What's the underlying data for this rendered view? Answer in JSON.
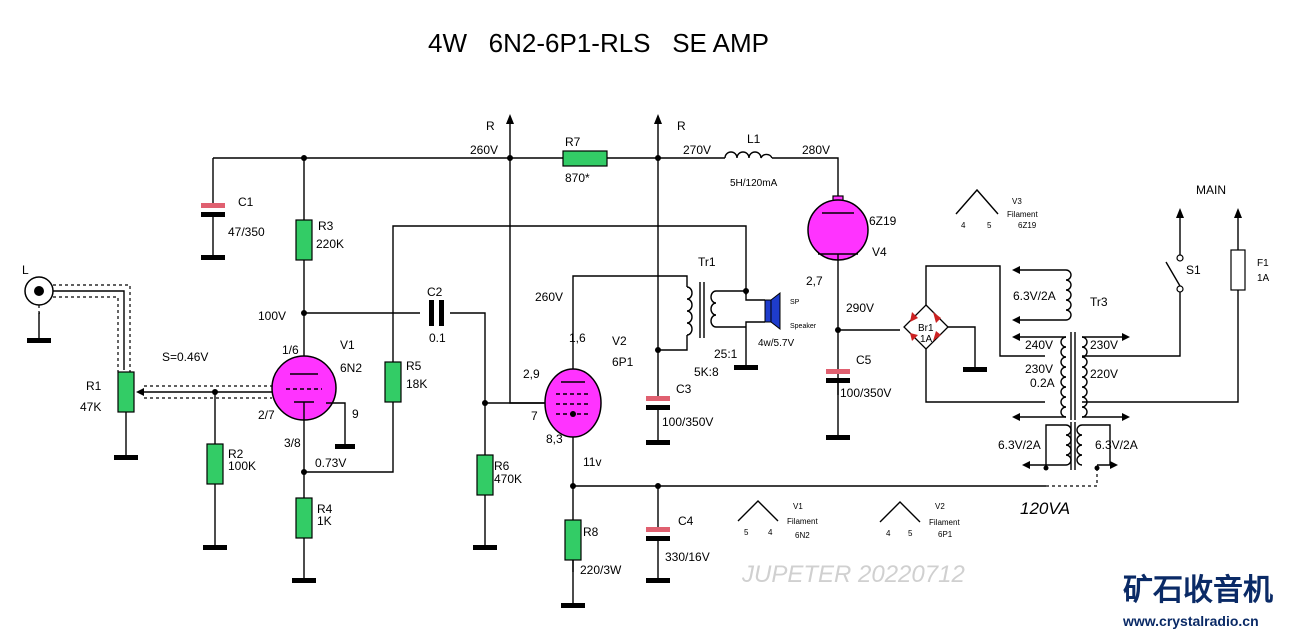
{
  "title": "4W   6N2-6P1-RLS   SE AMP",
  "signature": "JUPETER 20220712",
  "watermark": {
    "cn": "矿石收音机",
    "url": "www.crystalradio.cn"
  },
  "power_rating": "120VA",
  "input": {
    "label": "L",
    "signal": "S=0.46V"
  },
  "voltages": {
    "b260": "260V",
    "b270": "270V",
    "b280": "280V",
    "v100": "100V",
    "v073": "0.73V",
    "v260p": "260V",
    "v11": "11v",
    "v290": "290V",
    "r_top1": "R",
    "r_top2": "R"
  },
  "components": {
    "C1": {
      "name": "C1",
      "value": "47/350"
    },
    "C2": {
      "name": "C2",
      "value": "0.1"
    },
    "C3": {
      "name": "C3",
      "value": "100/350V"
    },
    "C4": {
      "name": "C4",
      "value": "330/16V"
    },
    "C5": {
      "name": "C5",
      "value": "100/350V"
    },
    "R1": {
      "name": "R1",
      "value": "47K"
    },
    "R2": {
      "name": "R2",
      "value": "100K"
    },
    "R3": {
      "name": "R3",
      "value": "220K"
    },
    "R4": {
      "name": "R4",
      "value": "1K"
    },
    "R5": {
      "name": "R5",
      "value": "18K"
    },
    "R6": {
      "name": "R6",
      "value": "470K"
    },
    "R7": {
      "name": "R7",
      "value": "870*"
    },
    "R8": {
      "name": "R8",
      "value": "220/3W"
    },
    "L1": {
      "name": "L1",
      "value": "5H/120mA"
    },
    "V1": {
      "name": "V1",
      "type": "6N2",
      "pin_a": "1/6",
      "pin_k": "3/8",
      "pin_g": "2/7",
      "pin_h": "9"
    },
    "V2": {
      "name": "V2",
      "type": "6P1",
      "pin_a": "1,6",
      "pin_g2": "2,9",
      "pin_g1": "7",
      "pin_k": "8,3"
    },
    "V4": {
      "name": "V4",
      "type": "6Z19",
      "pins": "2,7"
    },
    "Tr1": {
      "name": "Tr1",
      "ratio": "25:1",
      "imp": "5K:8"
    },
    "SP": {
      "label1": "SP",
      "label2": "Speaker",
      "rating": "4w/5.7V"
    },
    "Br1": {
      "name": "Br1",
      "value": "1A"
    },
    "Tr3": {
      "name": "Tr3",
      "s1": "6.3V/2A",
      "p240": "240V",
      "p230a": "230V",
      "p230b": "230V",
      "p02": "0.2A",
      "p220": "220V",
      "f1": "6.3V/2A",
      "f2": "6.3V/2A"
    },
    "S1": {
      "name": "S1"
    },
    "F1": {
      "name": "F1",
      "value": "1A"
    },
    "MAIN": {
      "label": "MAIN"
    }
  },
  "filaments": {
    "V3": {
      "name": "V3",
      "label": "Filament",
      "tube": "6Z19",
      "p1": "4",
      "p2": "5"
    },
    "V1": {
      "name": "V1",
      "label": "Filament",
      "tube": "6N2",
      "p1": "5",
      "p2": "4"
    },
    "V2": {
      "name": "V2",
      "label": "Filament",
      "tube": "6P1",
      "p1": "4",
      "p2": "5"
    }
  }
}
